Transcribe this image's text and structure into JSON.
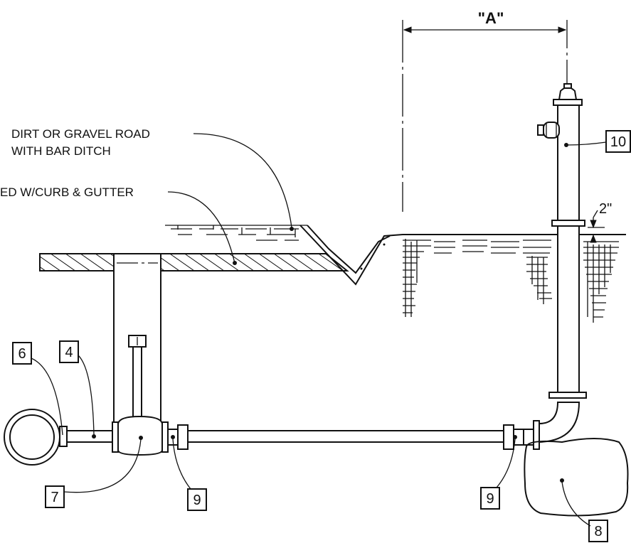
{
  "labels": {
    "dimension_a": "\"A\"",
    "dimension_2in": "2\"",
    "dirt_road_line1": "DIRT OR GRAVEL ROAD",
    "dirt_road_line2": "WITH BAR DITCH",
    "paved_road": "ED W/CURB & GUTTER"
  },
  "callouts": {
    "n6": "6",
    "n4": "4",
    "n7": "7",
    "n9_left": "9",
    "n9_right": "9",
    "n8": "8",
    "n10": "10"
  }
}
